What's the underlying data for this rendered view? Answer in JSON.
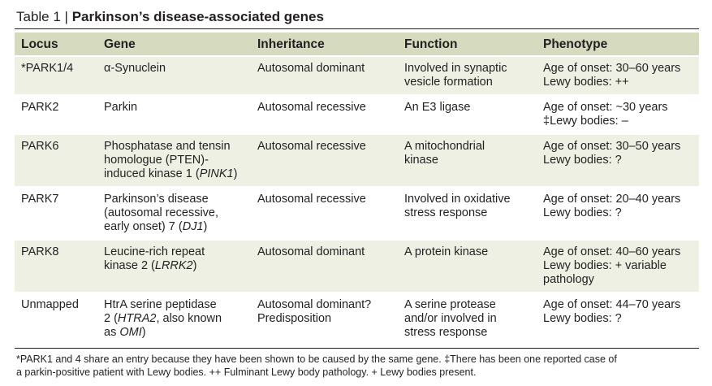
{
  "table": {
    "title_prefix": "Table 1 | ",
    "title_main": "Parkinson’s disease-associated genes",
    "headers": [
      "Locus",
      "Gene",
      "Inheritance",
      "Function",
      "Phenotype"
    ],
    "rows": [
      {
        "locus": "*PARK1/4",
        "gene": [
          "α-Synuclein"
        ],
        "inheritance": [
          "Autosomal dominant"
        ],
        "function": [
          "Involved in synaptic",
          "vesicle formation"
        ],
        "phenotype": [
          "Age of onset: 30–60 years",
          "Lewy bodies: ++"
        ]
      },
      {
        "locus": "PARK2",
        "gene": [
          "Parkin"
        ],
        "inheritance": [
          "Autosomal recessive"
        ],
        "function": [
          "An E3 ligase"
        ],
        "phenotype": [
          "Age of onset: ~30 years",
          "‡Lewy bodies: –"
        ]
      },
      {
        "locus": "PARK6",
        "gene": [
          "Phosphatase and tensin",
          "homologue (PTEN)-",
          "induced kinase 1 (",
          "PINK1",
          ")"
        ],
        "inheritance": [
          "Autosomal recessive"
        ],
        "function": [
          "A mitochondrial",
          "kinase"
        ],
        "phenotype": [
          "Age of onset: 30–50 years",
          "Lewy bodies: ?"
        ]
      },
      {
        "locus": "PARK7",
        "gene": [
          "Parkinson’s disease",
          "(autosomal recessive,",
          "early onset) 7 (",
          "DJ1",
          ")"
        ],
        "inheritance": [
          "Autosomal recessive"
        ],
        "function": [
          "Involved in oxidative",
          "stress response"
        ],
        "phenotype": [
          "Age of onset: 20–40 years",
          "Lewy bodies: ?"
        ]
      },
      {
        "locus": "PARK8",
        "gene": [
          "Leucine-rich repeat",
          "kinase 2 (",
          "LRRK2",
          ")"
        ],
        "inheritance": [
          "Autosomal dominant"
        ],
        "function": [
          "A protein kinase"
        ],
        "phenotype": [
          "Age of onset: 40–60 years",
          "Lewy bodies: + variable",
          "pathology"
        ]
      },
      {
        "locus": "Unmapped",
        "gene": [
          "HtrA serine peptidase",
          "2 (",
          "HTRA2",
          ", also known",
          "as ",
          "OMI",
          ")"
        ],
        "inheritance": [
          "Autosomal dominant?",
          "Predisposition"
        ],
        "function": [
          "A serine protease",
          "and/or involved in",
          "stress response"
        ],
        "phenotype": [
          "Age of onset: 44–70 years",
          "Lewy bodies: ?"
        ]
      }
    ],
    "footnote_lines": [
      "*PARK1 and 4 share an entry because they have been shown to be caused by the same gene. ‡There has been one reported case of",
      "a parkin-positive patient with Lewy bodies. ++ Fulminant Lewy body pathology. + Lewy bodies present."
    ]
  },
  "colors": {
    "header_bg": "#d6dbbf",
    "shade_bg": "#eef0e4",
    "text": "#231f20"
  }
}
